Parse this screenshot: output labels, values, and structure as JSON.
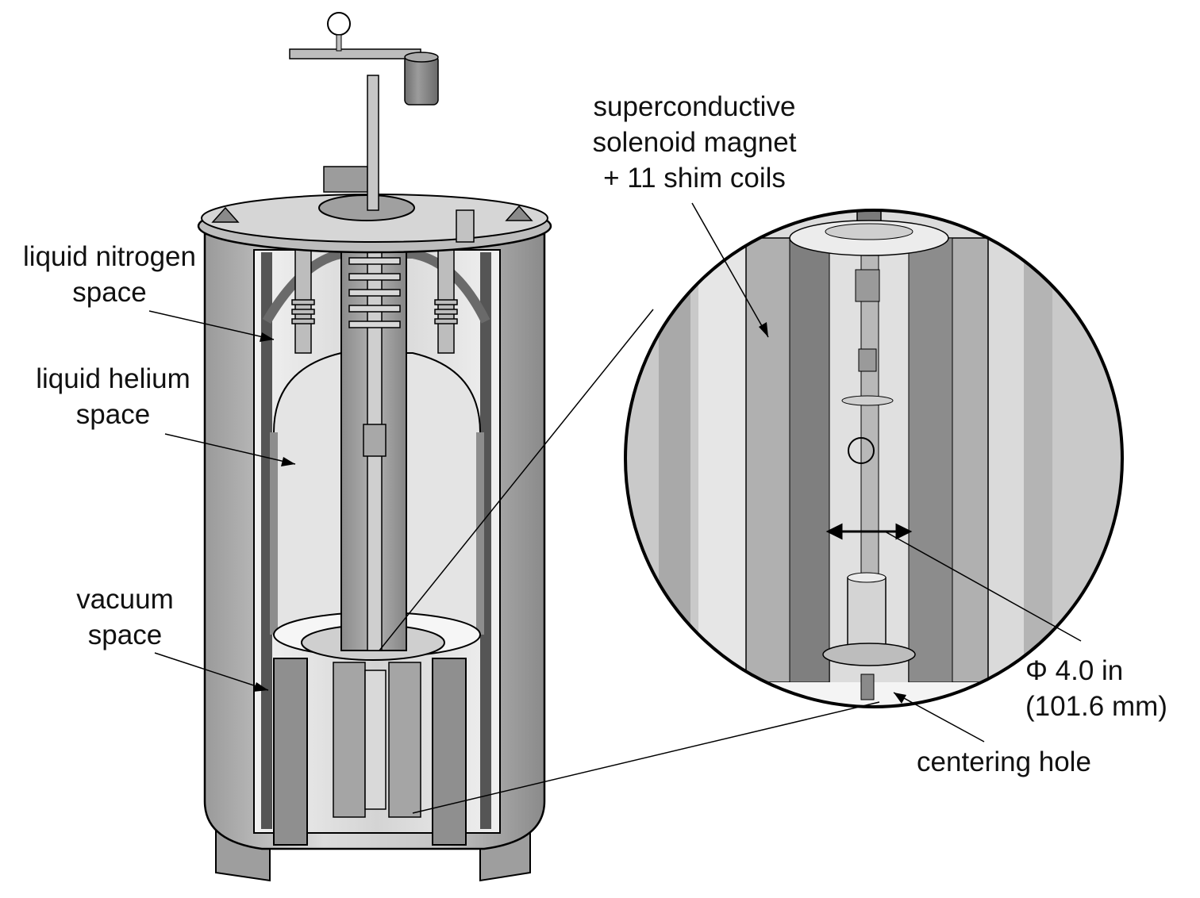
{
  "labels": {
    "liquid_nitrogen": [
      "liquid nitrogen",
      "space"
    ],
    "liquid_helium": [
      "liquid helium",
      "space"
    ],
    "vacuum": [
      "vacuum",
      "space"
    ],
    "magnet": [
      "superconductive",
      "solenoid magnet",
      "+ 11 shim coils"
    ],
    "diameter": [
      "Φ 4.0 in",
      "(101.6 mm)"
    ],
    "centering_hole": "centering hole"
  },
  "colors": {
    "background": "#ffffff",
    "line": "#000000",
    "metal_light": "#e2e2e2",
    "metal_mid": "#b9b9b9",
    "metal_dark": "#7c7c7c"
  }
}
